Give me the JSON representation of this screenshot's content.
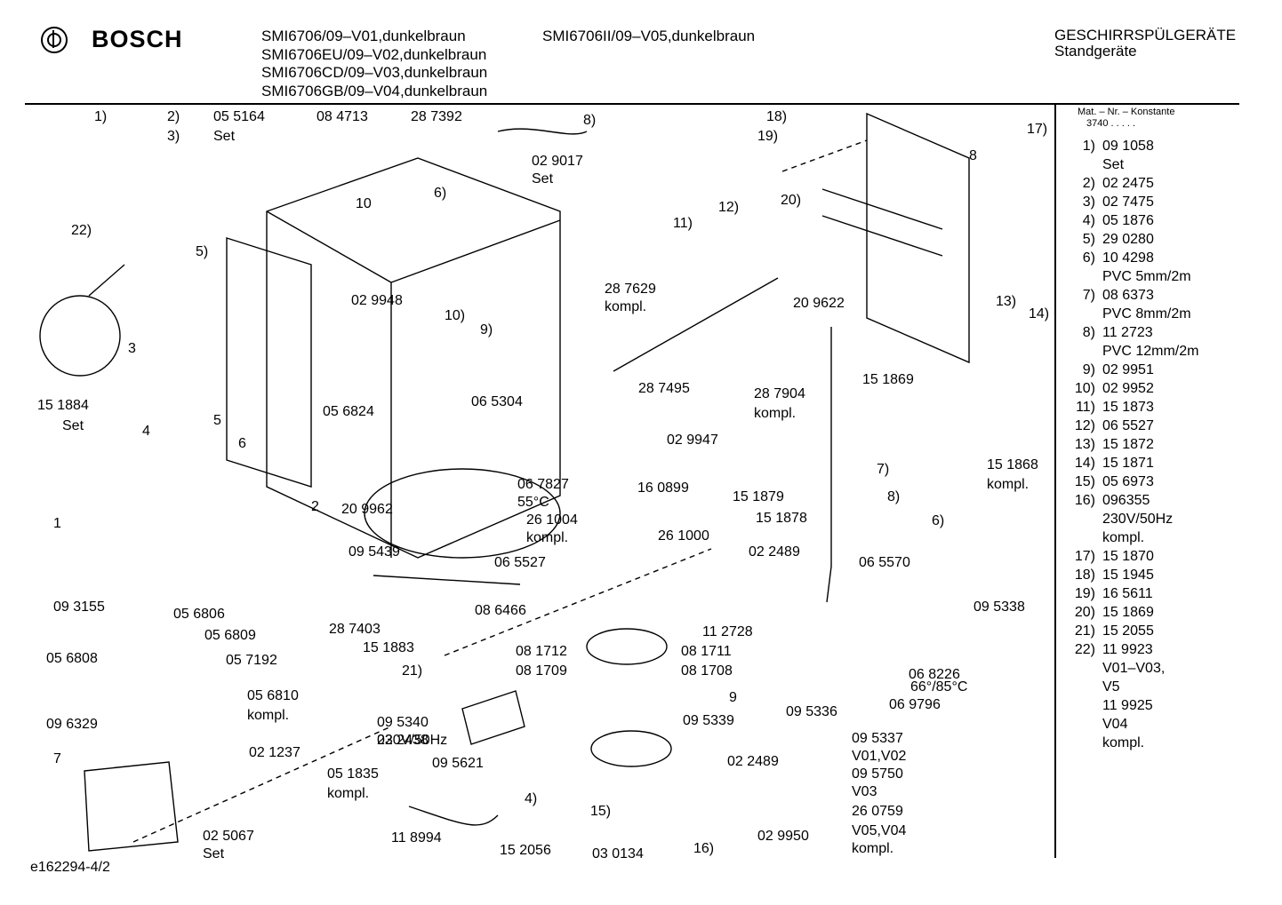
{
  "header": {
    "brand": "BOSCH",
    "models_left": [
      "SMI6706/09–V01,dunkelbraun",
      "SMI6706EU/09–V02,dunkelbraun",
      "SMI6706CD/09–V03,dunkelbraun",
      "SMI6706GB/09–V04,dunkelbraun"
    ],
    "model_right": "SMI6706II/09–V05,dunkelbraun",
    "category_1": "GESCHIRRSPÜLGERÄTE",
    "category_2": "Standgeräte"
  },
  "sidebar": {
    "konstante_label": "Mat. – Nr. – Konstante",
    "konstante_value": "3740 . . . . .",
    "parts": [
      {
        "num": "1)",
        "lines": [
          "09 1058",
          "Set"
        ]
      },
      {
        "num": "2)",
        "lines": [
          "02 2475"
        ]
      },
      {
        "num": "3)",
        "lines": [
          "02 7475"
        ]
      },
      {
        "num": "4)",
        "lines": [
          "05 1876"
        ]
      },
      {
        "num": "5)",
        "lines": [
          "29 0280"
        ]
      },
      {
        "num": "6)",
        "lines": [
          "10 4298",
          "PVC 5mm/2m"
        ]
      },
      {
        "num": "7)",
        "lines": [
          "08 6373",
          "PVC 8mm/2m"
        ]
      },
      {
        "num": "8)",
        "lines": [
          "11 2723",
          "PVC 12mm/2m"
        ]
      },
      {
        "num": "9)",
        "lines": [
          "02 9951"
        ]
      },
      {
        "num": "10)",
        "lines": [
          "02 9952"
        ]
      },
      {
        "num": "11)",
        "lines": [
          "15 1873"
        ]
      },
      {
        "num": "12)",
        "lines": [
          "06 5527"
        ]
      },
      {
        "num": "13)",
        "lines": [
          "15 1872"
        ]
      },
      {
        "num": "14)",
        "lines": [
          "15 1871"
        ]
      },
      {
        "num": "15)",
        "lines": [
          "05 6973"
        ]
      },
      {
        "num": "16)",
        "lines": [
          "096355",
          "230V/50Hz",
          "kompl."
        ]
      },
      {
        "num": "17)",
        "lines": [
          "15 1870"
        ]
      },
      {
        "num": "18)",
        "lines": [
          "15 1945"
        ]
      },
      {
        "num": "19)",
        "lines": [
          "16 5611"
        ]
      },
      {
        "num": "20)",
        "lines": [
          "15 1869"
        ]
      },
      {
        "num": "21)",
        "lines": [
          "15 2055"
        ]
      },
      {
        "num": "22)",
        "lines": [
          "11 9923",
          "V01–V03,",
          "V5",
          "11 9925",
          "V04",
          "kompl."
        ]
      }
    ]
  },
  "callouts": [
    "1)",
    "2)",
    "3)",
    "05 5164",
    "Set",
    "08 4713",
    "28 7392",
    "8)",
    "02 9017",
    "Set",
    "6)",
    "10",
    "22)",
    "5)",
    "02 9948",
    "10)",
    "9)",
    "18)",
    "19)",
    "20)",
    "17)",
    "8",
    "11)",
    "12)",
    "28 7629",
    "kompl.",
    "20 9622",
    "13)",
    "14)",
    "28 7495",
    "15 1884",
    "Set",
    "05 6824",
    "06 5304",
    "02 9947",
    "28 7904",
    "kompl.",
    "15 1869",
    "15 1868",
    "kompl.",
    "7)",
    "8)",
    "6)",
    "15 1879",
    "15 1878",
    "20 9962",
    "06 7827",
    "55°C",
    "16 0899",
    "26 1004",
    "kompl.",
    "26 1000",
    "09 5439",
    "06 5527",
    "02 2489",
    "06 5570",
    "09 3155",
    "05 6806",
    "05 6809",
    "05 6808",
    "05 7192",
    "28 7403",
    "08 6466",
    "11 2728",
    "09 5338",
    "15 1883",
    "21)",
    "08 1712",
    "08 1711",
    "08 1709",
    "08 1708",
    "06 8226",
    "66°/85°C",
    "05 6810",
    "kompl.",
    "09 6329",
    "02 2438",
    "09 5340",
    "230V/50Hz",
    "09 5336",
    "06 9796",
    "09 5339",
    "02 1237",
    "09 5621",
    "09 5337",
    "V01,V02",
    "09 5750",
    "V03",
    "26 0759",
    "V05,V04",
    "kompl.",
    "05 1835",
    "kompl.",
    "02 2489",
    "4)",
    "15)",
    "16)",
    "02 9950",
    "02 5067",
    "Set",
    "11 8994",
    "15 2056",
    "03 0134",
    "1",
    "2",
    "3",
    "4",
    "5",
    "6",
    "7",
    "9"
  ],
  "footer": "e162294-4/2"
}
